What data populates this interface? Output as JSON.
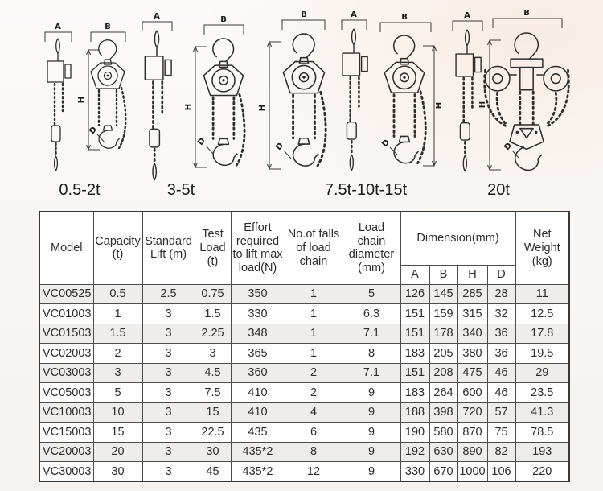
{
  "diagrams": {
    "views": [
      {
        "dim": "A"
      },
      {
        "dim": "B",
        "h": "H",
        "d": "D"
      },
      {
        "dim": "A"
      },
      {
        "dim": "B",
        "h": "H",
        "d": "D"
      },
      {
        "dim": "B",
        "h": "H",
        "d": "D"
      },
      {
        "dim": "A"
      },
      {
        "dim": "B",
        "h": "H",
        "d": "D"
      },
      {
        "dim": "A"
      },
      {
        "dim": "B",
        "h": "H",
        "d": "D"
      }
    ],
    "labels": [
      {
        "text": "0.5-2t"
      },
      {
        "text": "3-5t"
      },
      {
        "text": "7.5t-10t-15t"
      },
      {
        "text": "20t"
      }
    ]
  },
  "table": {
    "columns": [
      {
        "label": "Model"
      },
      {
        "label": "Capacity (t)"
      },
      {
        "label": "Standard Lift (m)"
      },
      {
        "label": "Test Load (t)"
      },
      {
        "label": "Effort required to lift max load(N)"
      },
      {
        "label": "No.of falls of load chain"
      },
      {
        "label": "Load chain diameter (mm)"
      },
      {
        "label": "Dimension(mm)"
      },
      {
        "label": "Net Weight (kg)"
      }
    ],
    "dim_subcolumns": [
      "A",
      "B",
      "H",
      "D"
    ],
    "rows": [
      [
        "VC00525",
        "0.5",
        "2.5",
        "0.75",
        "350",
        "1",
        "5",
        "126",
        "145",
        "285",
        "28",
        "11"
      ],
      [
        "VC01003",
        "1",
        "3",
        "1.5",
        "330",
        "1",
        "6.3",
        "151",
        "159",
        "315",
        "32",
        "12.5"
      ],
      [
        "VC01503",
        "1.5",
        "3",
        "2.25",
        "348",
        "1",
        "7.1",
        "151",
        "178",
        "340",
        "36",
        "17.8"
      ],
      [
        "VC02003",
        "2",
        "3",
        "3",
        "365",
        "1",
        "8",
        "183",
        "205",
        "380",
        "36",
        "19.5"
      ],
      [
        "VC03003",
        "3",
        "3",
        "4.5",
        "360",
        "2",
        "7.1",
        "151",
        "208",
        "475",
        "46",
        "29"
      ],
      [
        "VC05003",
        "5",
        "3",
        "7.5",
        "410",
        "2",
        "9",
        "183",
        "264",
        "600",
        "46",
        "23.5"
      ],
      [
        "VC10003",
        "10",
        "3",
        "15",
        "410",
        "4",
        "9",
        "188",
        "398",
        "720",
        "57",
        "41.3"
      ],
      [
        "VC15003",
        "15",
        "3",
        "22.5",
        "435",
        "6",
        "9",
        "190",
        "580",
        "870",
        "75",
        "78.5"
      ],
      [
        "VC20003",
        "20",
        "3",
        "30",
        "435*2",
        "8",
        "9",
        "192",
        "630",
        "890",
        "82",
        "193"
      ],
      [
        "VC30003",
        "30",
        "3",
        "45",
        "435*2",
        "12",
        "9",
        "330",
        "670",
        "1000",
        "106",
        "220"
      ]
    ]
  }
}
